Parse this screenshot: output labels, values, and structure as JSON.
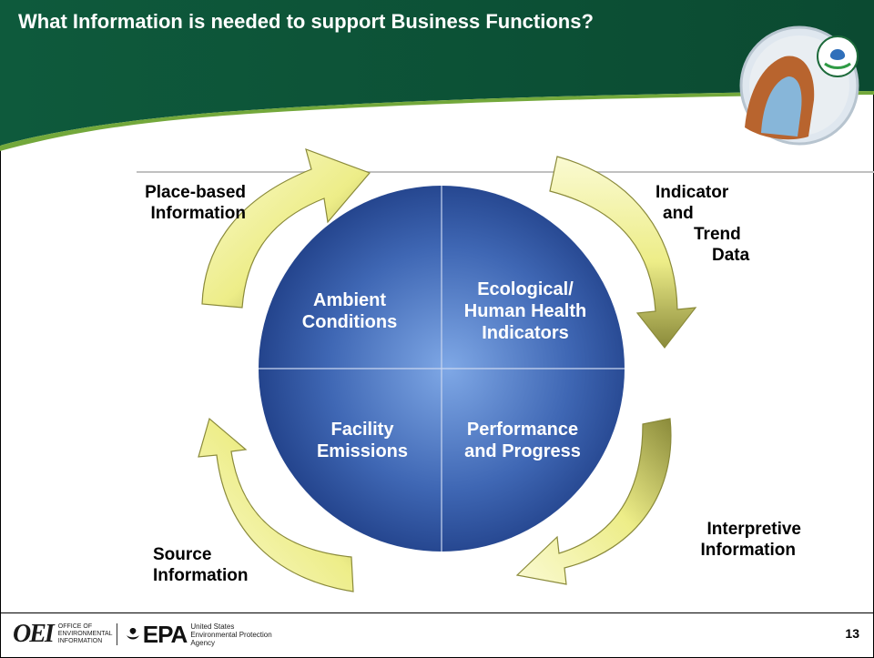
{
  "slide": {
    "title": "What Information is needed to support Business Functions?",
    "page_number": "13"
  },
  "quadrants": {
    "top_left": [
      "Ambient",
      "Conditions"
    ],
    "top_right": [
      "Ecological/",
      "Human Health",
      "Indicators"
    ],
    "bottom_left": [
      "Facility",
      "Emissions"
    ],
    "bottom_right": [
      "Performance",
      "and Progress"
    ]
  },
  "arrow_labels": {
    "place_based": [
      "Place-based",
      "Information"
    ],
    "indicator_trend": [
      "Indicator",
      "and",
      "Trend",
      "Data"
    ],
    "interpretive": [
      "Interpretive",
      "Information"
    ],
    "source": [
      "Source",
      "Information"
    ]
  },
  "footer": {
    "oei_logo_text": "OEI",
    "oei_subtext": "OFFICE OF ENVIRONMENTAL INFORMATION",
    "epa_logo_text": "EPA",
    "epa_subtext": [
      "United States",
      "Environmental Protection",
      "Agency"
    ]
  },
  "colors": {
    "header": "#0e5a3c",
    "accent_green": "#73a83b",
    "arrow_fill": "#f2f2a0",
    "arrow_dark": "#8a8a3a",
    "circle_light": "#7fa8e6",
    "circle_dark": "#1f3e86"
  }
}
